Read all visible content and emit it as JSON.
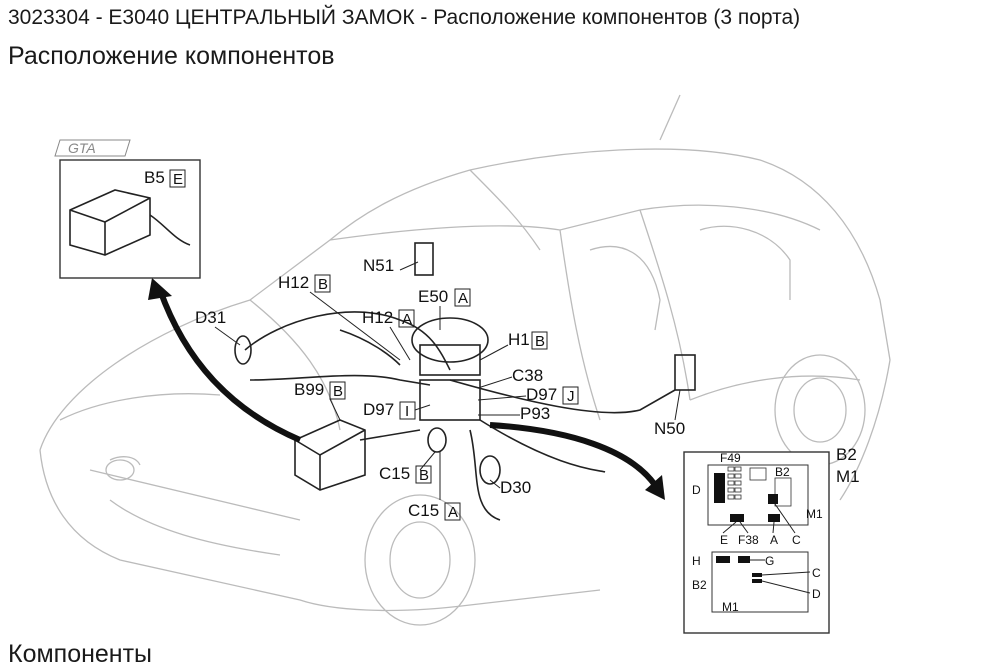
{
  "header": {
    "title": "3023304 - E3040 ЦЕНТРАЛЬНЫЙ ЗАМОК - Расположение компонентов (3 порта)",
    "section": "Расположение компонентов",
    "next_section": "Компоненты"
  },
  "diagram": {
    "inset_logo": "GTA",
    "labels": {
      "b5": {
        "code": "B5",
        "port": "E"
      },
      "n51": {
        "code": "N51"
      },
      "h12b": {
        "code": "H12",
        "port": "B"
      },
      "e50": {
        "code": "E50",
        "port": "A"
      },
      "d31": {
        "code": "D31"
      },
      "h12a": {
        "code": "H12",
        "port": "A"
      },
      "h1": {
        "code": "H1",
        "port": "B"
      },
      "c38": {
        "code": "C38"
      },
      "b99": {
        "code": "B99",
        "port": "B"
      },
      "d97j": {
        "code": "D97",
        "port": "J"
      },
      "d97i": {
        "code": "D97",
        "port": "I"
      },
      "p93": {
        "code": "P93"
      },
      "n50": {
        "code": "N50"
      },
      "c15b": {
        "code": "C15",
        "port": "B"
      },
      "d30": {
        "code": "D30"
      },
      "c15a": {
        "code": "C15",
        "port": "A"
      }
    },
    "fusebox": {
      "b2": "B2",
      "m1": "M1",
      "f49": "F49",
      "d": "D",
      "b2_inner": "B2",
      "m1_inner": "M1",
      "e": "E",
      "f38": "F38",
      "a": "A",
      "c": "C"
    },
    "detail": {
      "h": "H",
      "g": "G",
      "c": "C",
      "b2": "B2",
      "d": "D",
      "m1": "M1"
    }
  }
}
